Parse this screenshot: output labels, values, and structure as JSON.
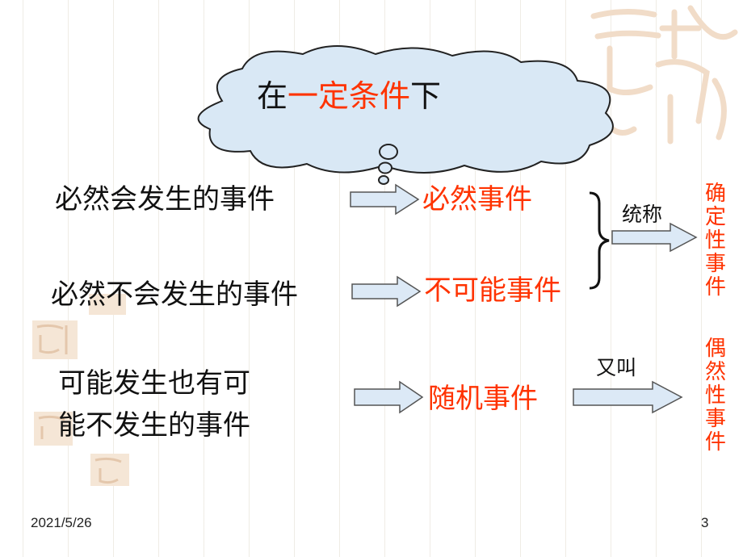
{
  "slide": {
    "title": {
      "pre": "在",
      "highlight": "一定条件",
      "post": "下"
    },
    "rows": [
      {
        "description": "必然会发生的事件",
        "result": "必然事件"
      },
      {
        "description": "必然不会发生的事件",
        "result": "不可能事件"
      },
      {
        "description_line1": "可能发生也有可",
        "description_line2": "能不发生的事件",
        "result": "随机事件"
      }
    ],
    "group_label": "统称",
    "also_label": "又叫",
    "category_deterministic": "确定性事件",
    "category_random": "偶然性事件"
  },
  "footer": {
    "date": "2021/5/26",
    "page": "3"
  },
  "colors": {
    "accent": "#ff3300",
    "text": "#111111",
    "arrow_fill": "#dce9f6",
    "cloud_fill": "#d9e8f5"
  },
  "icons": [
    "cloud-shape",
    "thought-bubble",
    "right-arrow",
    "curly-brace",
    "seal-watermark"
  ]
}
